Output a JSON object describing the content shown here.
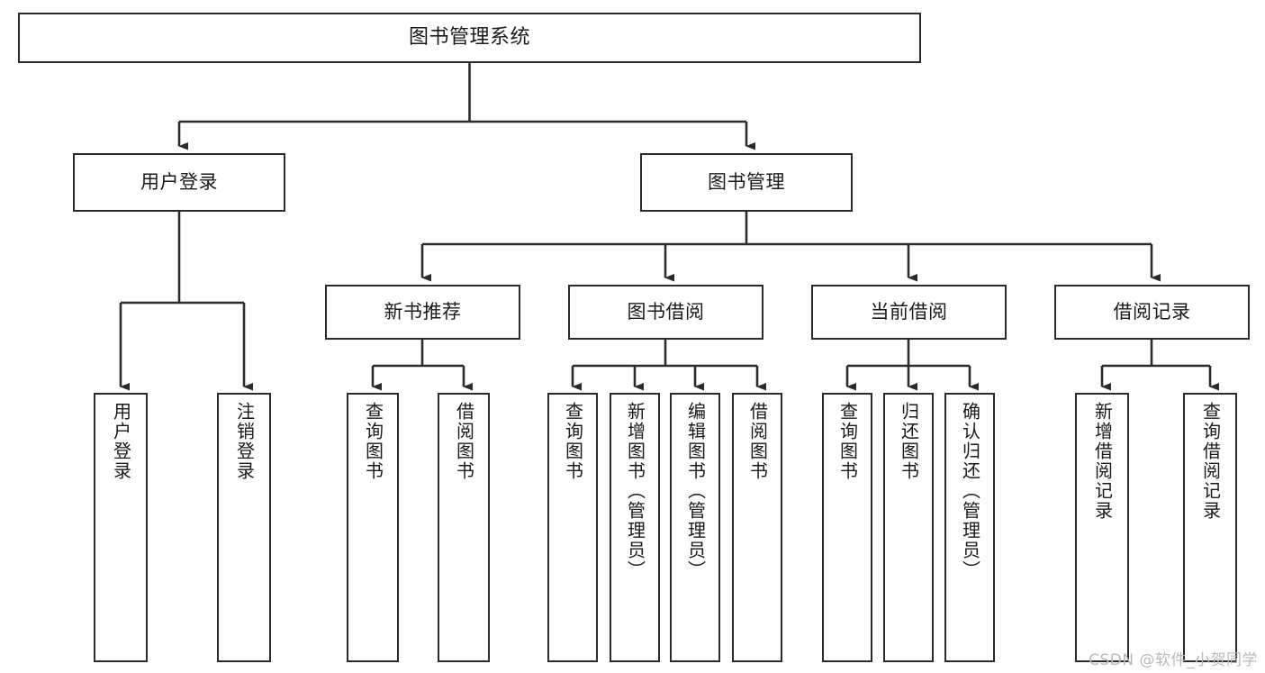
{
  "diagram": {
    "type": "tree-hierarchy",
    "orientation": "top-down",
    "watermark": "CSDN @软件_小贺同学",
    "colors": {
      "box_border": "#2b2b2b",
      "box_fill": "#ffffff",
      "connector": "#2b2b2b",
      "text": "#1a1a1a",
      "watermark": "#b9b9b9",
      "background": "#ffffff"
    },
    "root": {
      "label": "图书管理系统"
    },
    "level2": [
      {
        "label": "用户登录"
      },
      {
        "label": "图书管理"
      }
    ],
    "level3": [
      {
        "label": "新书推荐"
      },
      {
        "label": "图书借阅"
      },
      {
        "label": "当前借阅"
      },
      {
        "label": "借阅记录"
      }
    ],
    "leaves": {
      "user_login": [
        {
          "label": "用户登录"
        },
        {
          "label": "注销登录"
        }
      ],
      "new_book_recommend": [
        {
          "label": "查询图书"
        },
        {
          "label": "借阅图书"
        }
      ],
      "book_borrow": [
        {
          "label": "查询图书"
        },
        {
          "label": "新增图书（管理员）"
        },
        {
          "label": "编辑图书（管理员）"
        },
        {
          "label": "借阅图书"
        }
      ],
      "current_borrow": [
        {
          "label": "查询图书"
        },
        {
          "label": "归还图书"
        },
        {
          "label": "确认归还（管理员）"
        }
      ],
      "borrow_record": [
        {
          "label": "新增借阅记录"
        },
        {
          "label": "查询借阅记录"
        }
      ]
    }
  }
}
